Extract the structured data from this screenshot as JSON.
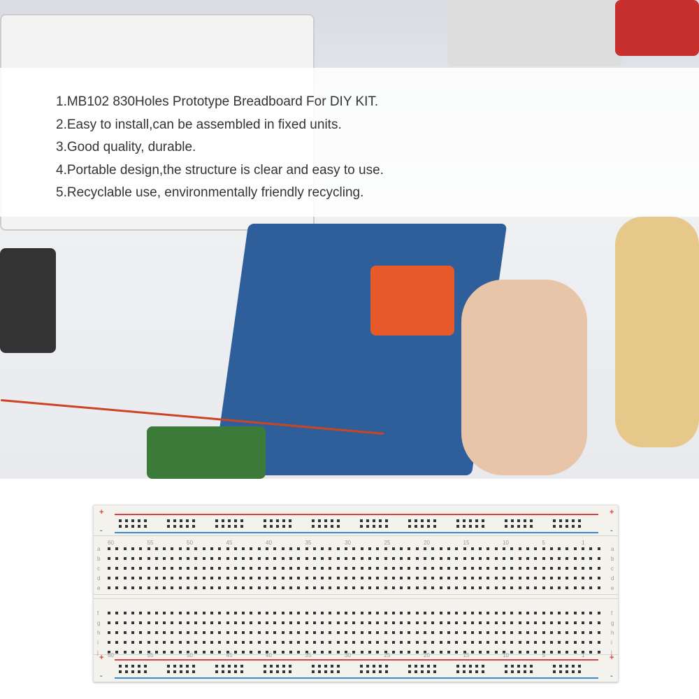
{
  "features": [
    "1.MB102 830Holes Prototype Breadboard For DIY KIT.",
    "2.Easy to install,can be assembled in fixed units.",
    "3.Good quality, durable.",
    "4.Portable design,the structure is clear and easy to use.",
    "5.Recyclable use, environmentally friendly recycling."
  ],
  "breadboard": {
    "column_labels": [
      "60",
      "55",
      "50",
      "45",
      "40",
      "35",
      "30",
      "25",
      "20",
      "15",
      "10",
      "5",
      "1"
    ],
    "rows_top": [
      "a",
      "b",
      "c",
      "d",
      "e"
    ],
    "rows_bottom": [
      "f",
      "g",
      "h",
      "i",
      "j"
    ],
    "plus": "+",
    "minus": "-",
    "colors": {
      "red": "#e0403a",
      "blue": "#3a8ad8"
    }
  }
}
